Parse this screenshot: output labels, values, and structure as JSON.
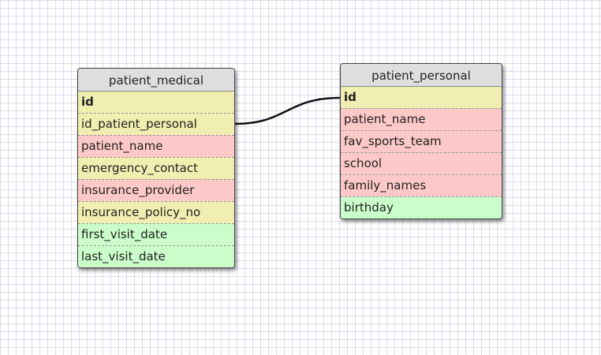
{
  "tables": [
    {
      "title": "patient_medical",
      "fields": [
        {
          "name": "id",
          "key": true,
          "color": "yellow"
        },
        {
          "name": "id_patient_personal",
          "key": false,
          "color": "yellow"
        },
        {
          "name": "patient_name",
          "key": false,
          "color": "red"
        },
        {
          "name": "emergency_contact",
          "key": false,
          "color": "yellow"
        },
        {
          "name": "insurance_provider",
          "key": false,
          "color": "red"
        },
        {
          "name": "insurance_policy_no",
          "key": false,
          "color": "yellow"
        },
        {
          "name": "first_visit_date",
          "key": false,
          "color": "green"
        },
        {
          "name": "last_visit_date",
          "key": false,
          "color": "green"
        }
      ]
    },
    {
      "title": "patient_personal",
      "fields": [
        {
          "name": "id",
          "key": true,
          "color": "yellow"
        },
        {
          "name": "patient_name",
          "key": false,
          "color": "red"
        },
        {
          "name": "fav_sports_team",
          "key": false,
          "color": "red"
        },
        {
          "name": "school",
          "key": false,
          "color": "red"
        },
        {
          "name": "family_names",
          "key": false,
          "color": "red"
        },
        {
          "name": "birthday",
          "key": false,
          "color": "green"
        }
      ]
    }
  ],
  "relations": [
    {
      "from": "patient_medical.id_patient_personal",
      "to": "patient_personal.id"
    }
  ],
  "colors": {
    "yellow": "#f0eeb0",
    "red": "#fdc8c8",
    "green": "#cbfdcb",
    "header": "#dedede",
    "grid": "#dcdcf0"
  }
}
